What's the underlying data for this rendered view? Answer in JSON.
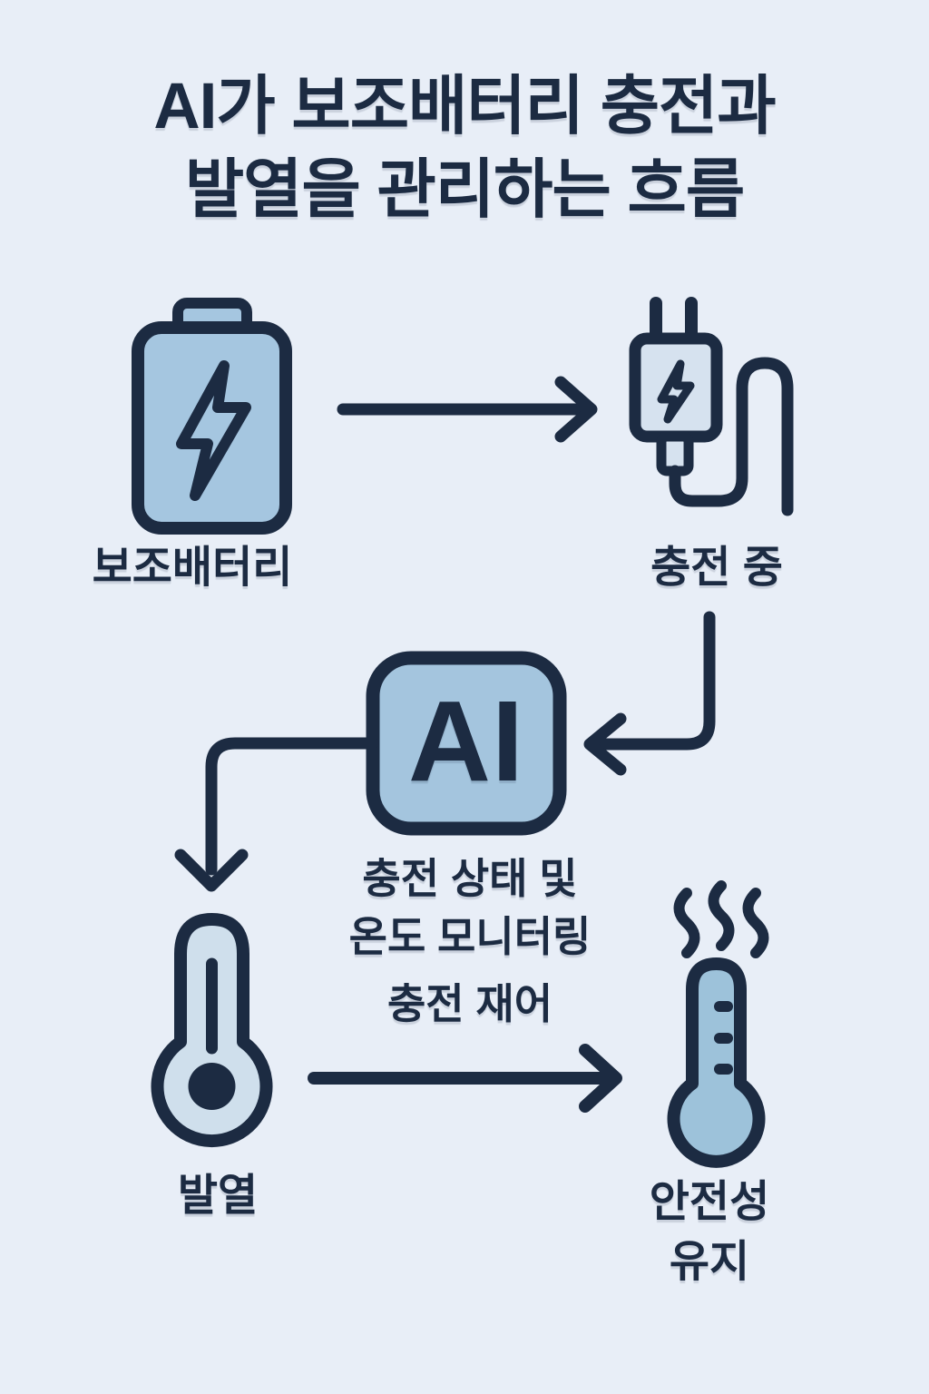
{
  "title": {
    "line1": "AI가 보조배터리 충전과",
    "line2": "발열을 관리하는 흐름"
  },
  "nodes": {
    "battery": {
      "label": "보조배터리",
      "icon": "battery-bolt-icon"
    },
    "charging": {
      "label": "충전 중",
      "icon": "charging-plug-icon"
    },
    "ai": {
      "label": "AI",
      "icon": "ai-chip-box",
      "caption": {
        "line1": "충전 상태 및",
        "line2": "온도 모니터링",
        "line3": "충전 재어"
      }
    },
    "heat": {
      "label": "발열",
      "icon": "thermometer-icon"
    },
    "safety": {
      "line1": "안전성",
      "line2": "유지",
      "icon": "thermometer-heat-icon"
    }
  },
  "flow": [
    "보조배터리 → 충전 중",
    "충전 중 → AI",
    "AI → 발열",
    "발열 → 안전성 유지"
  ],
  "colors": {
    "background": "#e8eef7",
    "outline": "#1c2b42",
    "battery_fill": "#a5c6e0",
    "charger_fill": "#d6e2ef",
    "ai_fill": "#a4c5de",
    "thermometer_heat_fill": "#cfdfec",
    "thermometer_safety_fill": "#9dc2da"
  }
}
